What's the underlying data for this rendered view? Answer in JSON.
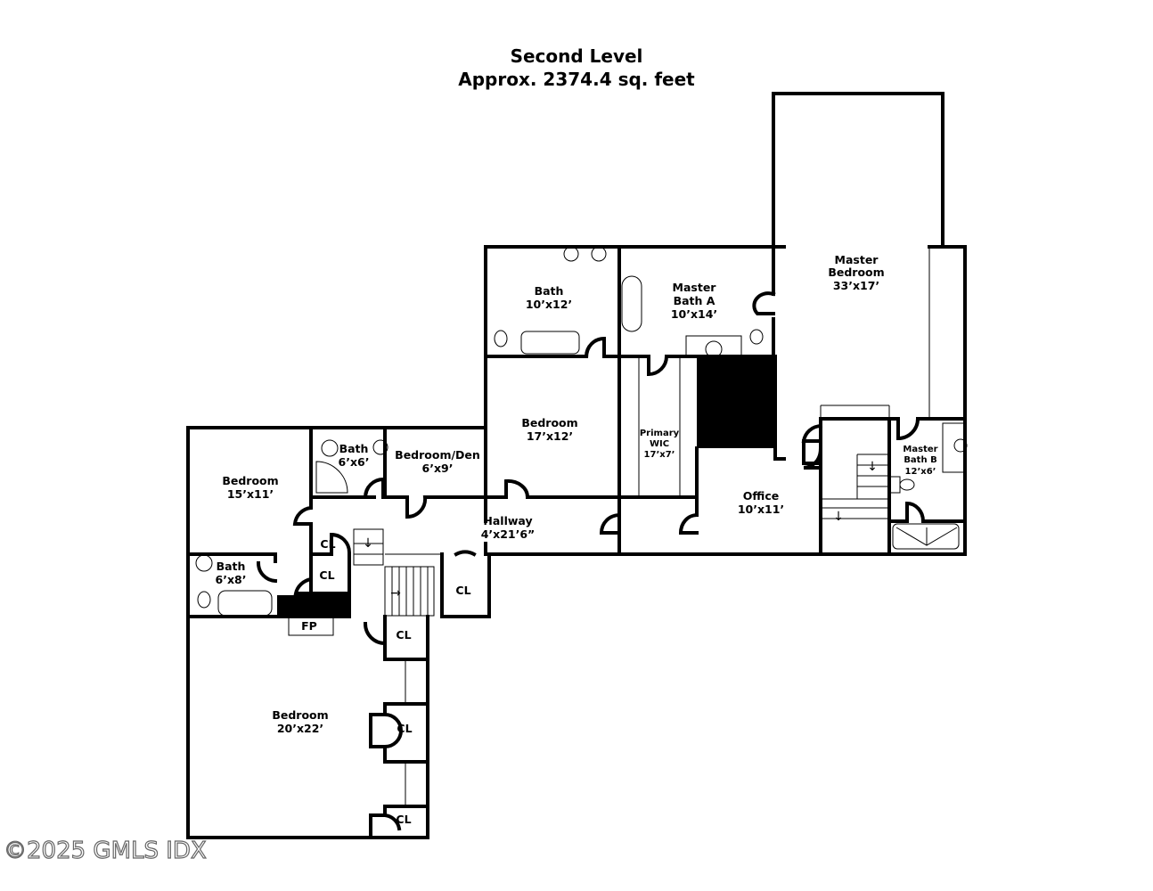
{
  "title": "Second Level",
  "subtitle": "Approx.  2374.4 sq. feet",
  "rooms": [
    {
      "name": "Bath",
      "size": "10’x12’"
    },
    {
      "name": "Master Bath A",
      "name1": "Master",
      "name2": "Bath A",
      "size": "10’x14’"
    },
    {
      "name1": "Master",
      "name2": "Bedroom",
      "size": "33’x17’"
    },
    {
      "name": "Bedroom",
      "size": "17’x12’"
    },
    {
      "name1": "Primary",
      "name2": "WIC",
      "size": "17’x7’"
    },
    {
      "name1": "Master",
      "name2": "Bath B",
      "size": "12’x6’"
    },
    {
      "name": "Office",
      "size": "10’x11’"
    },
    {
      "name": "Bedroom/Den",
      "size": "6’x9’"
    },
    {
      "name": "Bath",
      "size": "6’x6’"
    },
    {
      "name": "Bedroom",
      "size": "15’x11’"
    },
    {
      "name": "Hallway",
      "size": "4’x21’6”"
    },
    {
      "name": "Bath",
      "size": "6’x8’"
    },
    {
      "name": "Bedroom",
      "size": "20’x22’"
    }
  ],
  "closet_label": "CL",
  "fireplace_label": "FP",
  "watermark": "©2025 GMLS IDX"
}
